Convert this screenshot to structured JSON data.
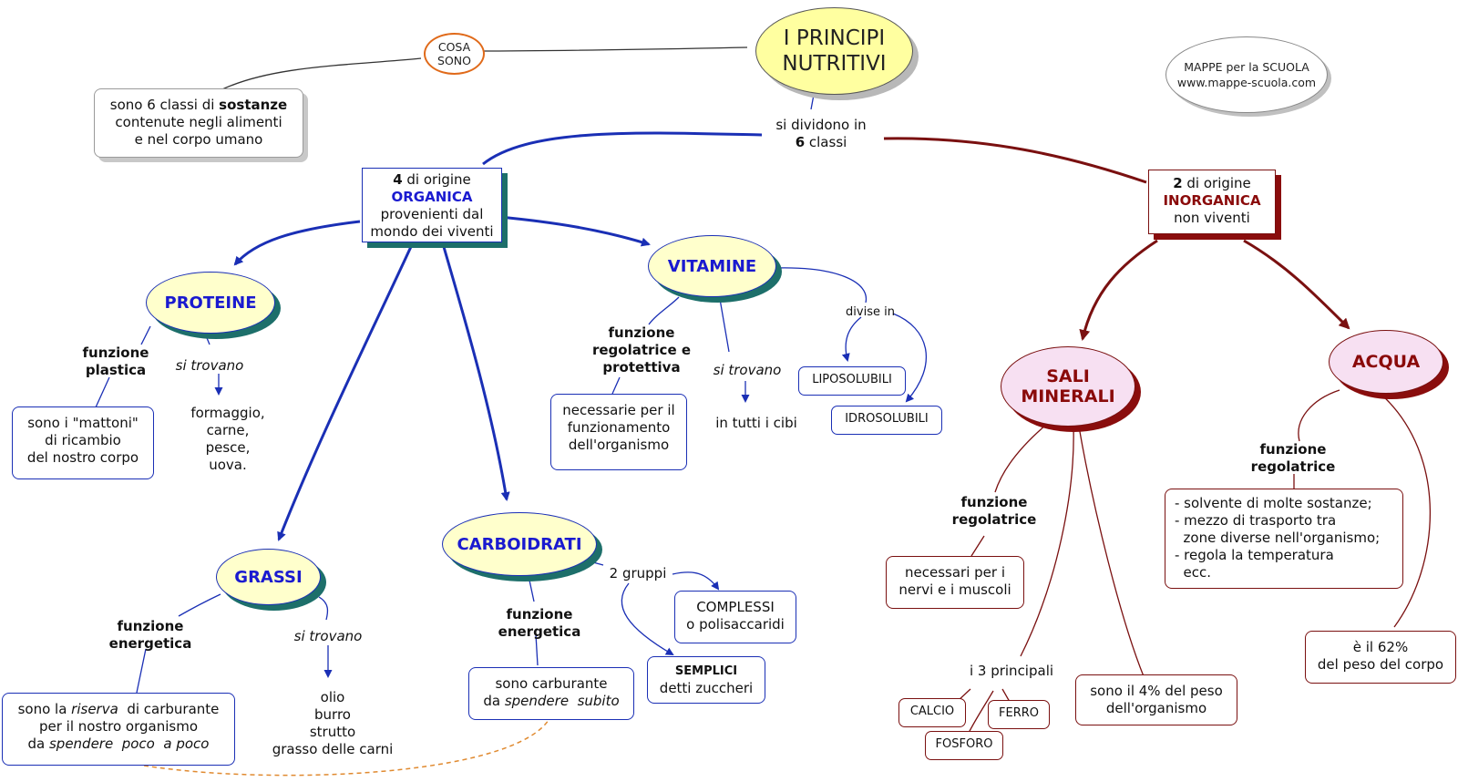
{
  "title": {
    "line1": "I PRINCIPI",
    "line2": "NUTRITIVI"
  },
  "watermark": {
    "line1": "MAPPE per la SCUOLA",
    "line2": "www.mappe-scuola.com"
  },
  "cosa_sono": {
    "line1": "COSA",
    "line2": "SONO"
  },
  "definition": {
    "line1_pre": "sono 6 classi di ",
    "line1_bold": "sostanze",
    "line2": "contenute negli alimenti",
    "line3": "e nel corpo umano"
  },
  "divide": {
    "line1": "si dividono in",
    "line2_bold": "6",
    "line2": " classi"
  },
  "organic": {
    "num": "4",
    "line1": " di origine",
    "line2": "ORGANICA",
    "line3": "provenienti dal",
    "line4": "mondo dei viventi"
  },
  "inorganic": {
    "num": "2",
    "line1": " di origine",
    "line2": "INORGANICA",
    "line3": "non viventi"
  },
  "proteine": {
    "name": "PROTEINE",
    "function": {
      "line1": "funzione",
      "line2": "plastica"
    },
    "found_label": "si trovano",
    "desc": {
      "line1": "sono i \"mattoni\"",
      "line2": "di ricambio",
      "line3": "del nostro corpo"
    },
    "foods": [
      "formaggio,",
      "carne,",
      "pesce,",
      "uova."
    ]
  },
  "vitamine": {
    "name": "VITAMINE",
    "function": {
      "line1": "funzione",
      "line2": "regolatrice e",
      "line3": "protettiva"
    },
    "found_label": "si trovano",
    "found": "in tutti i cibi",
    "desc": {
      "line1": "necessarie per il",
      "line2": "funzionamento",
      "line3": "dell'organismo"
    },
    "divided_label": "divise in",
    "types": [
      "LIPOSOLUBILI",
      "IDROSOLUBILI"
    ]
  },
  "grassi": {
    "name": "GRASSI",
    "function": {
      "line1": "funzione",
      "line2": "energetica"
    },
    "found_label": "si trovano",
    "desc": {
      "line1_pre": "sono la ",
      "line1_it": "riserva",
      "line1_post": "  di carburante",
      "line2": "per il nostro organismo",
      "line3_pre": "da ",
      "line3_it": "spendere  poco  a poco"
    },
    "foods": [
      "olio",
      "burro",
      "strutto",
      "grasso delle carni"
    ]
  },
  "carboidrati": {
    "name": "CARBOIDRATI",
    "function": {
      "line1": "funzione",
      "line2": "energetica"
    },
    "groups_label": "2 gruppi",
    "desc": {
      "line1": "sono carburante",
      "line2_pre": "da ",
      "line2_it": "spendere  subito"
    },
    "complessi": {
      "line1": "COMPLESSI",
      "line2": "o polisaccaridi"
    },
    "semplici": {
      "line1": "SEMPLICI",
      "line2": "detti zuccheri"
    }
  },
  "sali": {
    "name": {
      "line1": "SALI",
      "line2": "MINERALI"
    },
    "function": {
      "line1": "funzione",
      "line2": "regolatrice"
    },
    "desc": {
      "line1": "necessari per i",
      "line2": "nervi e i muscoli"
    },
    "principal_label": "i 3 principali",
    "principal": [
      "CALCIO",
      "FERRO",
      "FOSFORO"
    ],
    "weight": {
      "line1": "sono il 4% del peso",
      "line2": "dell'organismo"
    }
  },
  "acqua": {
    "name": "ACQUA",
    "function": {
      "line1": "funzione",
      "line2": "regolatrice"
    },
    "roles": [
      "- solvente di molte sostanze;",
      "- mezzo di trasporto tra",
      "  zone diverse nell'organismo;",
      "- regola la temperatura",
      "  ecc."
    ],
    "percent": {
      "line1": "è il 62%",
      "line2": "del peso del corpo"
    }
  },
  "colors": {
    "organic": "#1a2fb5",
    "inorganic": "#7a1010",
    "title_fill": "#ffffa0",
    "dashed": "#e08a30"
  }
}
